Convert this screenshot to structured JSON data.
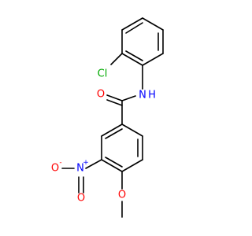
{
  "structure": {
    "colors": {
      "bond": "#000000",
      "carbon": "#000000",
      "oxygen": "#ff0000",
      "nitrogen": "#0000ff",
      "chlorine": "#00aa00"
    },
    "atoms": {
      "chlorine": "Cl",
      "amide_nitrogen": "N",
      "amide_hydrogen": "H",
      "carbonyl_oxygen": "O",
      "nitro_nitrogen": "N",
      "nitro_nitrogen_charge": "+",
      "nitro_oxygen_left": "O",
      "nitro_oxygen_left_charge": "-",
      "nitro_oxygen_bottom": "O",
      "methoxy_oxygen": "O"
    }
  }
}
